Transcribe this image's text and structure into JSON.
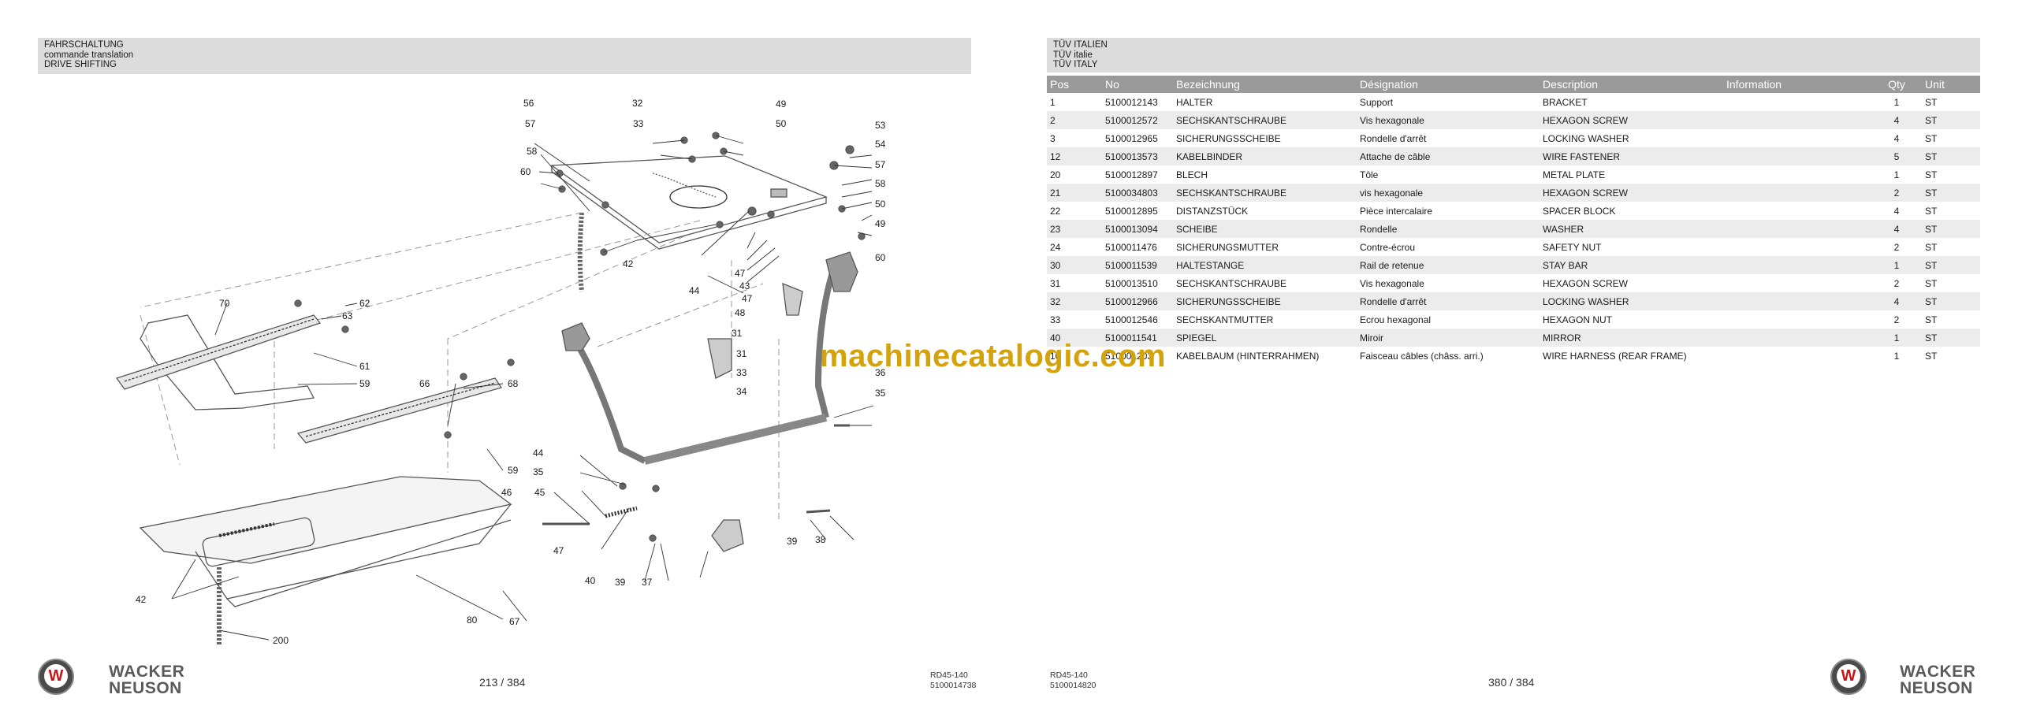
{
  "left_page": {
    "title_lines": [
      "FAHRSCHALTUNG",
      "commande translation",
      "DRIVE SHIFTING"
    ],
    "page_number": "213 / 384",
    "doc_ref": [
      "RD45-140",
      "5100014738"
    ],
    "callouts": [
      "56",
      "57",
      "58",
      "60",
      "32",
      "33",
      "49",
      "50",
      "53",
      "54",
      "57",
      "58",
      "50",
      "49",
      "60",
      "42",
      "44",
      "47",
      "43",
      "47",
      "48",
      "31",
      "31",
      "33",
      "34",
      "70",
      "62",
      "63",
      "61",
      "59",
      "66",
      "68",
      "59",
      "44",
      "35",
      "46",
      "45",
      "47",
      "40",
      "39",
      "37",
      "36",
      "35",
      "39",
      "38",
      "42",
      "80",
      "67",
      "200"
    ]
  },
  "right_page": {
    "title_lines": [
      "TÜV ITALIEN",
      "TÜV  italie",
      "TÜV  ITALY"
    ],
    "page_number": "380 / 384",
    "doc_ref": [
      "RD45-140",
      "5100014820"
    ],
    "columns": [
      "Pos",
      "No",
      "Bezeichnung",
      "Désignation",
      "Description",
      "Information",
      "Qty",
      "Unit"
    ],
    "rows": [
      [
        "1",
        "5100012143",
        "HALTER",
        "Support",
        "BRACKET",
        "",
        "1",
        "ST"
      ],
      [
        "2",
        "5100012572",
        "SECHSKANTSCHRAUBE",
        "Vis hexagonale",
        "HEXAGON SCREW",
        "",
        "4",
        "ST"
      ],
      [
        "3",
        "5100012965",
        "SICHERUNGSSCHEIBE",
        "Rondelle d'arrêt",
        "LOCKING WASHER",
        "",
        "4",
        "ST"
      ],
      [
        "12",
        "5100013573",
        "KABELBINDER",
        "Attache de câble",
        "WIRE FASTENER",
        "",
        "5",
        "ST"
      ],
      [
        "20",
        "5100012897",
        "BLECH",
        "Tôle",
        "METAL PLATE",
        "",
        "1",
        "ST"
      ],
      [
        "21",
        "5100034803",
        "SECHSKANTSCHRAUBE",
        "vis hexagonale",
        "HEXAGON SCREW",
        "",
        "2",
        "ST"
      ],
      [
        "22",
        "5100012895",
        "DISTANZSTÜCK",
        "Pièce intercalaire",
        "SPACER BLOCK",
        "",
        "4",
        "ST"
      ],
      [
        "23",
        "5100013094",
        "SCHEIBE",
        "Rondelle",
        "WASHER",
        "",
        "4",
        "ST"
      ],
      [
        "24",
        "5100011476",
        "SICHERUNGSMUTTER",
        "Contre-écrou",
        "SAFETY NUT",
        "",
        "2",
        "ST"
      ],
      [
        "30",
        "5100011539",
        "HALTESTANGE",
        "Rail de retenue",
        "STAY BAR",
        "",
        "1",
        "ST"
      ],
      [
        "31",
        "5100013510",
        "SECHSKANTSCHRAUBE",
        "Vis hexagonale",
        "HEXAGON SCREW",
        "",
        "2",
        "ST"
      ],
      [
        "32",
        "5100012966",
        "SICHERUNGSSCHEIBE",
        "Rondelle d'arrêt",
        "LOCKING WASHER",
        "",
        "4",
        "ST"
      ],
      [
        "33",
        "5100012546",
        "SECHSKANTMUTTER",
        "Ecrou hexagonal",
        "HEXAGON NUT",
        "",
        "2",
        "ST"
      ],
      [
        "40",
        "5100011541",
        "SPIEGEL",
        "Miroir",
        "MIRROR",
        "",
        "1",
        "ST"
      ],
      [
        "10",
        "510001203",
        "KABELBAUM (HINTERRAHMEN)",
        "Faisceau câbles (châss. arri.)",
        "WIRE HARNESS (REAR FRAME)",
        "",
        "1",
        "ST"
      ]
    ]
  },
  "brand": {
    "line1": "WACKER",
    "line2": "NEUSON",
    "logo_letter": "W",
    "accent": "#c41616"
  },
  "watermark": "machinecatalogic.com"
}
